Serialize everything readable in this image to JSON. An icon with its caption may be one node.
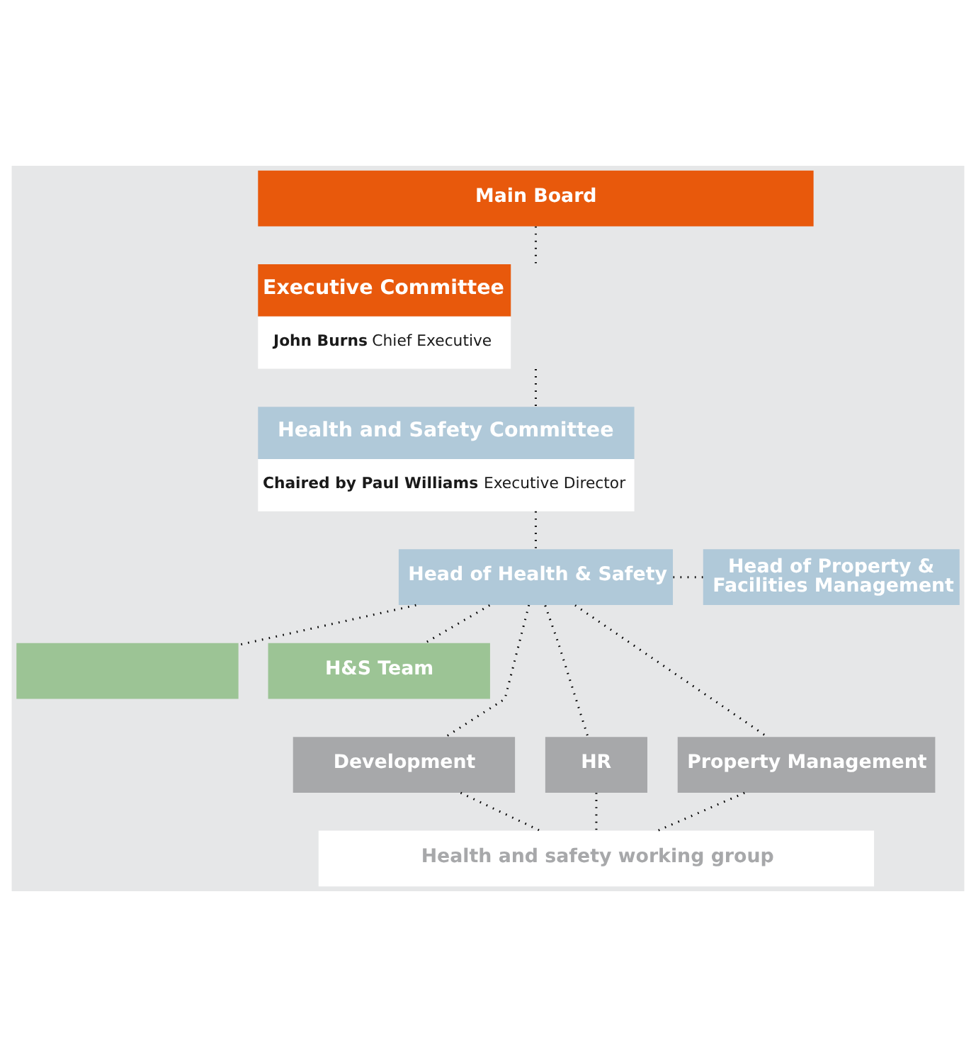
{
  "diagram": {
    "nodes": [
      {
        "text": [
          "Main Board"
        ]
      },
      {
        "text": [
          "Executive Committee",
          "**John Burns** Chief Executive"
        ]
      },
      {
        "text": [
          "Health and Safety Committee",
          "**Chaired by Paul Williams** Executive Director"
        ]
      },
      {
        "text": [
          "Head of Health & Safety"
        ]
      },
      {
        "text": [
          "Head of Property & Facilities Management"
        ]
      },
      {
        "text": [],
        "shape": "box"
      },
      {
        "text": [
          "H&S Team"
        ]
      },
      {
        "text": [
          "Development"
        ]
      },
      {
        "text": [
          "HR"
        ]
      },
      {
        "text": [
          "Property Management"
        ]
      },
      {
        "text": [
          "Health and safety working group"
        ]
      }
    ],
    "edges": [
      {
        "from": 0,
        "to": 1,
        "arrow": "none"
      },
      {
        "from": 1,
        "to": 2,
        "arrow": "none"
      },
      {
        "from": 2,
        "to": 3,
        "arrow": "none"
      },
      {
        "from": 3,
        "to": 4,
        "arrow": "none"
      },
      {
        "from": 3,
        "to": 5,
        "arrow": "none"
      },
      {
        "from": 3,
        "to": 6,
        "arrow": "none"
      },
      {
        "from": 3,
        "to": 7,
        "arrow": "none"
      },
      {
        "from": 3,
        "to": 8,
        "arrow": "none"
      },
      {
        "from": 3,
        "to": 9,
        "arrow": "none"
      },
      {
        "from": 7,
        "to": 10,
        "arrow": "none"
      },
      {
        "from": 8,
        "to": 10,
        "arrow": "none"
      },
      {
        "from": 9,
        "to": 10,
        "arrow": "none"
      }
    ]
  }
}
